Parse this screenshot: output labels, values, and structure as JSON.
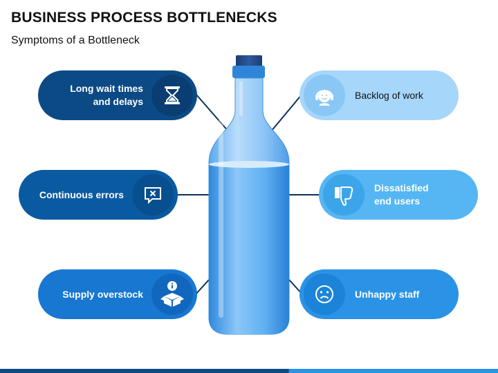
{
  "title": "BUSINESS PROCESS BOTTLENECKS",
  "subtitle": "Symptoms of a Bottleneck",
  "symptoms": [
    {
      "label": "Long wait times\nand delays",
      "icon": "hourglass-icon",
      "color": "#0c4a85"
    },
    {
      "label": "Continuous errors",
      "icon": "error-message-icon",
      "color": "#0a5aa2"
    },
    {
      "label": "Supply overstock",
      "icon": "box-info-icon",
      "color": "#1777d1"
    },
    {
      "label": "Backlog of work",
      "icon": "support-agent-icon",
      "color": "#a6d6fa"
    },
    {
      "label": "Dissatisfied\nend users",
      "icon": "thumbs-down-icon",
      "color": "#55b6f3"
    },
    {
      "label": "Unhappy staff",
      "icon": "sad-face-icon",
      "color": "#2b93e6"
    }
  ],
  "center_image": "water-bottle"
}
